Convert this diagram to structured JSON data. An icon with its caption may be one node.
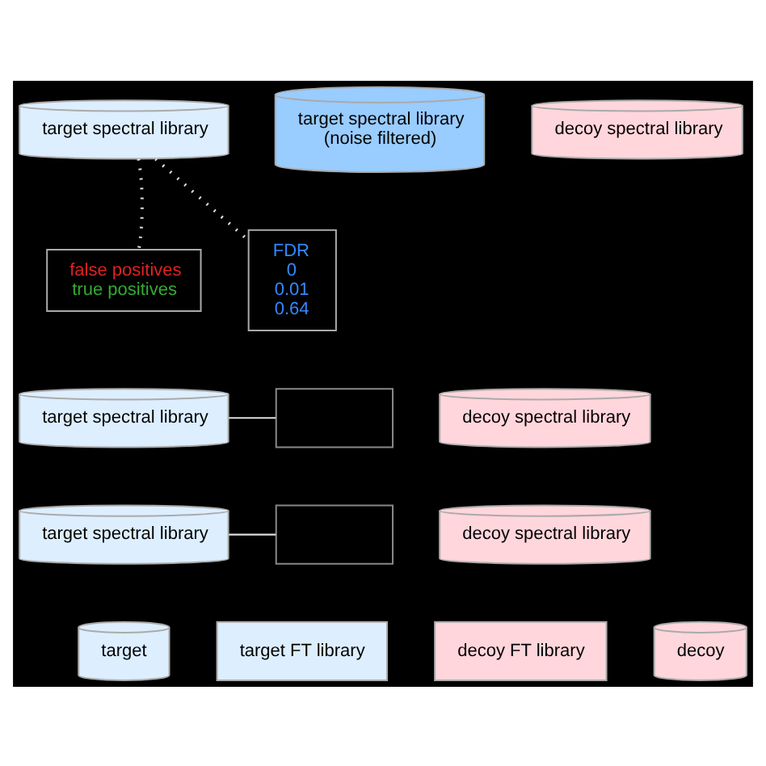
{
  "diagram": {
    "nodes": [
      {
        "text": [
          "target spectral library"
        ]
      },
      {
        "text": [
          "target spectral library",
          "(noise filtered)"
        ]
      },
      {
        "text": [
          "decoy spectral library"
        ]
      },
      {
        "text": [
          "false positives",
          "true positives"
        ]
      },
      {
        "text": [
          "FDR",
          "0",
          "0.01",
          "0.64"
        ]
      },
      {
        "text": [
          "target spectral library"
        ]
      },
      {
        "text": [],
        "shape": "box"
      },
      {
        "text": [
          "decoy spectral library"
        ]
      },
      {
        "text": [
          "target spectral library"
        ]
      },
      {
        "text": [],
        "shape": "box"
      },
      {
        "text": [
          "decoy spectral library"
        ]
      },
      {
        "text": [
          "target"
        ]
      },
      {
        "text": [
          "target FT library"
        ]
      },
      {
        "text": [
          "decoy FT library"
        ]
      },
      {
        "text": [
          "decoy"
        ]
      }
    ],
    "edges": [
      {
        "from": 0,
        "to": 3,
        "arrow": "none",
        "style": "dashed"
      },
      {
        "from": 0,
        "to": 4,
        "arrow": "none",
        "style": "dashed"
      },
      {
        "from": 5,
        "to": 6,
        "arrow": "none"
      },
      {
        "from": 8,
        "to": 9,
        "arrow": "none"
      }
    ]
  }
}
